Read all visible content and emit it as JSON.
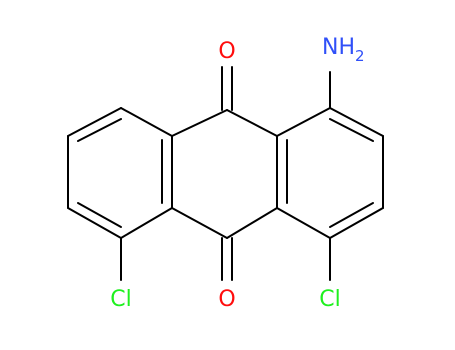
{
  "molecule": {
    "atoms": [
      {
        "id": "O1",
        "text": "O",
        "color": "#ff0d0d",
        "role": "carbonyl-oxygen"
      },
      {
        "id": "O2",
        "text": "O",
        "color": "#ff0d0d",
        "role": "carbonyl-oxygen"
      },
      {
        "id": "N",
        "text": "NH",
        "sub": "2",
        "color": "#3050f8",
        "role": "amino-group"
      },
      {
        "id": "Cl1",
        "text": "Cl",
        "color": "#1ff01f",
        "role": "chlorine"
      },
      {
        "id": "Cl2",
        "text": "Cl",
        "color": "#1ff01f",
        "role": "chlorine"
      }
    ]
  }
}
